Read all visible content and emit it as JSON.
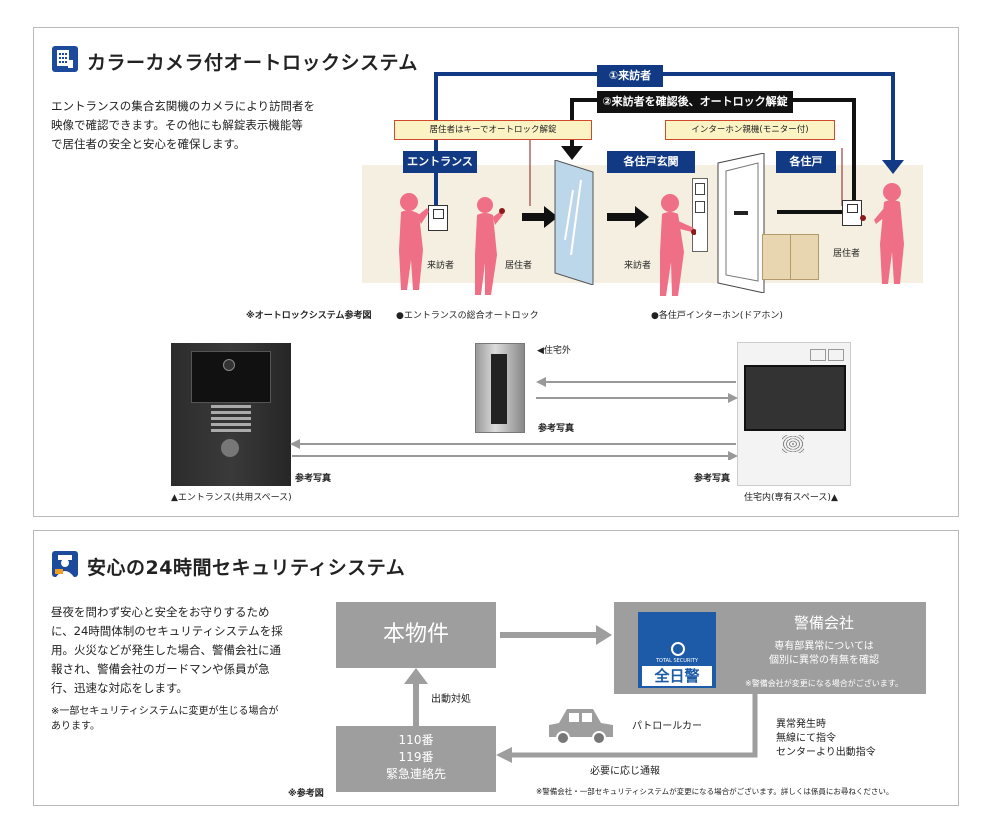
{
  "autolock": {
    "title": "カラーカメラ付オートロックシステム",
    "description": [
      "エントランスの集合玄関機のカメラにより訪問者を",
      "映像で確認できます。その他にも解錠表示機能等",
      "で居住者の安全と安心を確保します。"
    ],
    "flow_top": "①来訪者",
    "flow_mid": "②来訪者を確認後、オートロック解錠",
    "tag_resident_key": "居住者はキーでオートロック解錠",
    "tag_intercom": "インターホン親機(モニター付)",
    "area_entrance": "エントランス",
    "area_door": "各住戸玄関",
    "area_unit": "各住戸",
    "person_visitor1": "来訪者",
    "person_resident1": "居住者",
    "person_visitor2": "来訪者",
    "person_resident2": "居住者",
    "caption_ref": "※オートロックシステム参考図",
    "caption_entrance": "●エントランスの総合オートロック",
    "caption_door": "●各住戸インターホン(ドアホン)",
    "label_outside": "◀住宅外",
    "ref_photo_center": "参考写真",
    "ref_photo_left": "参考写真",
    "ref_photo_right": "参考写真",
    "caption_public": "▲エントランス(共用スペース)",
    "caption_private": "住宅内(専有スペース)▲"
  },
  "security": {
    "title": "安心の24時間セキュリティシステム",
    "description": [
      "昼夜を問わず安心と安全をお守りするため",
      "に、24時間体制のセキュリティシステムを採",
      "用。火災などが発生した場合、警備会社に通",
      "報され、警備会社のガードマンや係員が急",
      "行、迅速な対応をします。"
    ],
    "note": [
      "※一部セキュリティシステムに変更が生じる場合が",
      "あります。"
    ],
    "box_property": "本物件",
    "box_emergency": [
      "110番",
      "119番",
      "緊急連絡先"
    ],
    "box_company_title": "警備会社",
    "box_company_desc": [
      "専有部異常については",
      "個別に異常の有無を確認"
    ],
    "box_company_note": "※警備会社が変更になる場合がございます。",
    "logo_small": "TOTAL SECURITY",
    "logo_main": "全日警",
    "label_dispatch": "出動対処",
    "label_patrol": "パトロールカー",
    "label_alert": [
      "異常発生時",
      "無線にて指令",
      "センターより出動指令"
    ],
    "label_report": "必要に応じ通報",
    "caption_ref": "※参考図",
    "footnote": "※警備会社・一部セキュリティシステムが変更になる場合がございます。詳しくは係員にお尋ねください。"
  },
  "colors": {
    "navy": "#123a84",
    "pink": "#ef6f86",
    "gray_box": "#9e9e9e",
    "wall": "#f5efe1",
    "logo_blue": "#1d5ba8"
  }
}
